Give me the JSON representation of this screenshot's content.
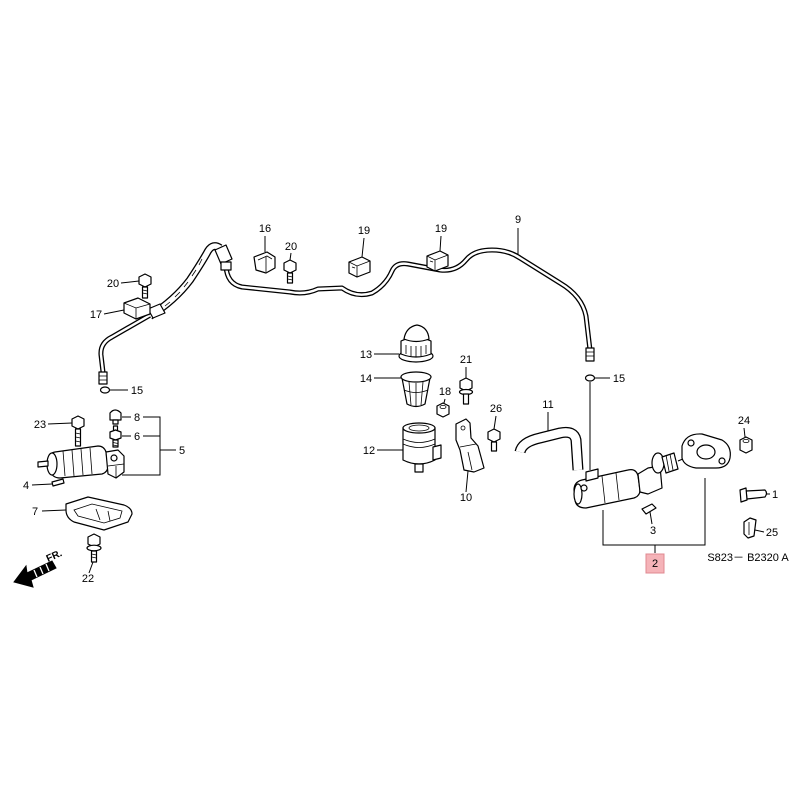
{
  "diagram": {
    "callouts": [
      "16",
      "20",
      "19",
      "19",
      "9",
      "20",
      "17",
      "15",
      "13",
      "14",
      "21",
      "18",
      "15",
      "11",
      "26",
      "23",
      "8",
      "6",
      "5",
      "12",
      "24",
      "4",
      "10",
      "1",
      "7",
      "3",
      "25",
      "2",
      "22"
    ],
    "direction_label": "FR.",
    "direction_icon": "front-direction-arrow-icon",
    "diagram_code": "S823－ B2320 A",
    "highlight_color": "#f5b3b8",
    "highlight_border_color": "#e08890"
  }
}
